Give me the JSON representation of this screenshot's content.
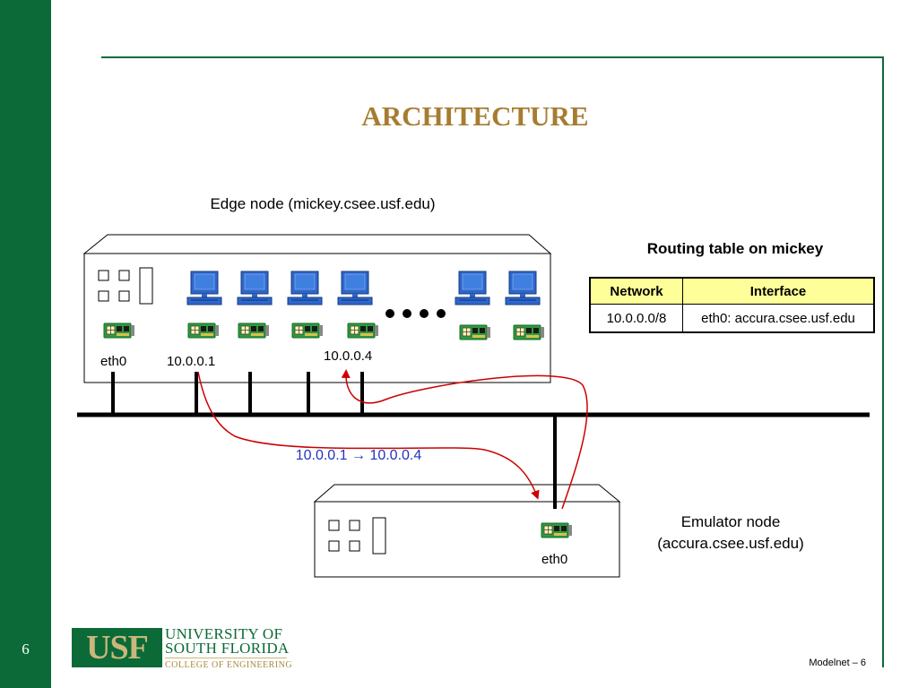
{
  "slide": {
    "number": "6",
    "title": "ARCHITECTURE",
    "footer": "Modelnet – 6"
  },
  "edge_node": {
    "label": "Edge node (mickey.csee.usf.edu)",
    "interfaces": {
      "eth0": "eth0",
      "vif1": "10.0.0.1",
      "vif4": "10.0.0.4"
    },
    "ellipsis": "● ● ● ●"
  },
  "emulator_node": {
    "label_line1": "Emulator node",
    "label_line2": "(accura.csee.usf.edu)",
    "interface": "eth0"
  },
  "route": {
    "label": "10.0.0.1 → 10.0.0.4",
    "color": "#cc0000",
    "label_color": "#2233bb"
  },
  "routing_table": {
    "title": "Routing table on mickey",
    "headers": [
      "Network",
      "Interface"
    ],
    "rows": [
      [
        "10.0.0.0/8",
        "eth0: accura.csee.usf.edu"
      ]
    ],
    "header_color": "#ffff99"
  },
  "logo": {
    "mark": "USF",
    "line1": "UNIVERSITY OF",
    "line2": "SOUTH FLORIDA",
    "line3": "COLLEGE OF ENGINEERING"
  },
  "colors": {
    "sidebar": "#0b6a37",
    "title": "#a67c30",
    "logo_gold": "#c9b77b"
  },
  "icons": [
    "computer-icon",
    "network-card-icon",
    "server-box-icon"
  ]
}
